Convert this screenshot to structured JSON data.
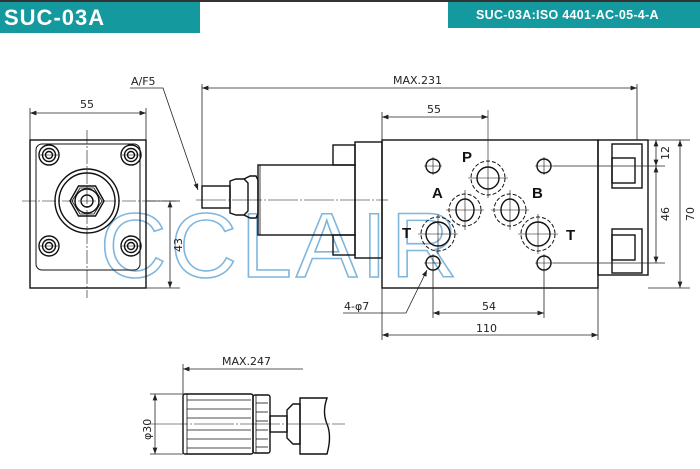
{
  "header": {
    "model": "SUC-03A",
    "standard": "SUC-03A:ISO 4401-AC-05-4-A",
    "accent_color": "#14999e"
  },
  "watermark": "CCLAIR",
  "views": {
    "end_view": {
      "width_dim": "55",
      "height_dim": "43"
    },
    "side_view": {
      "wrench_label": "A/F5",
      "overall_length": "MAX.231",
      "port_offset": "55",
      "top_offset": "12",
      "bolt_spacing_v": "46",
      "height": "70",
      "bolt_hole_label": "4-φ7",
      "bolt_spacing_h": "54",
      "body_length": "110",
      "ports": [
        "P",
        "A",
        "B",
        "T",
        "T"
      ]
    },
    "knob_view": {
      "overall_length": "MAX.247",
      "diameter": "φ30"
    }
  }
}
